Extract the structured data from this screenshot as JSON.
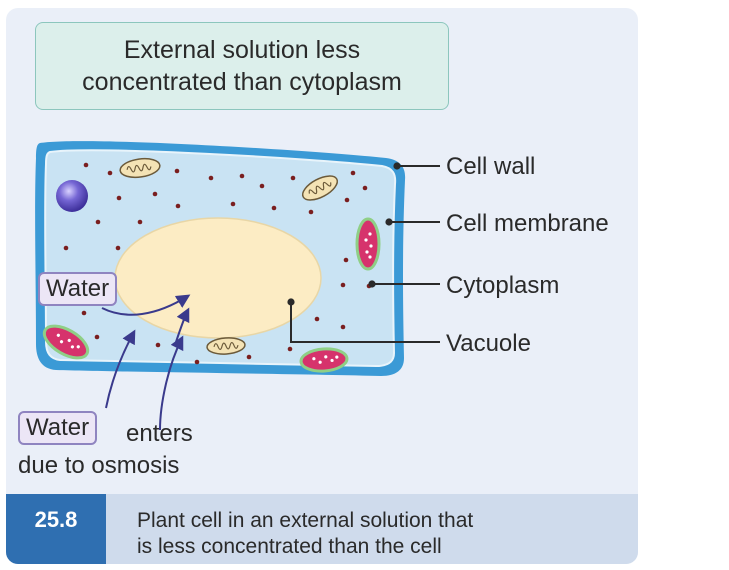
{
  "title": {
    "line1": "External solution less",
    "line2": "concentrated than cytoplasm"
  },
  "labels": {
    "cell_wall": "Cell wall",
    "cell_membrane": "Cell membrane",
    "cytoplasm": "Cytoplasm",
    "vacuole": "Vacuole"
  },
  "water_inside": "Water",
  "water_outside": "Water",
  "enters_text": "enters",
  "osmosis_text": "due to osmosis",
  "caption": {
    "number": "25.8",
    "line1": "Plant cell in an external solution that",
    "line2": "is less concentrated than the cell"
  },
  "colors": {
    "background_panel": "#eaeff8",
    "cell_wall": "#3b9ad6",
    "cytoplasm": "#c9e3f3",
    "vacuole": "#fcecc4",
    "nucleus": "#6a5cc8",
    "chloroplast": "#d6336c",
    "arrow": "#3a3a8c",
    "caption_number_bg": "#2f6fb1",
    "caption_bg": "#cfdbec"
  }
}
